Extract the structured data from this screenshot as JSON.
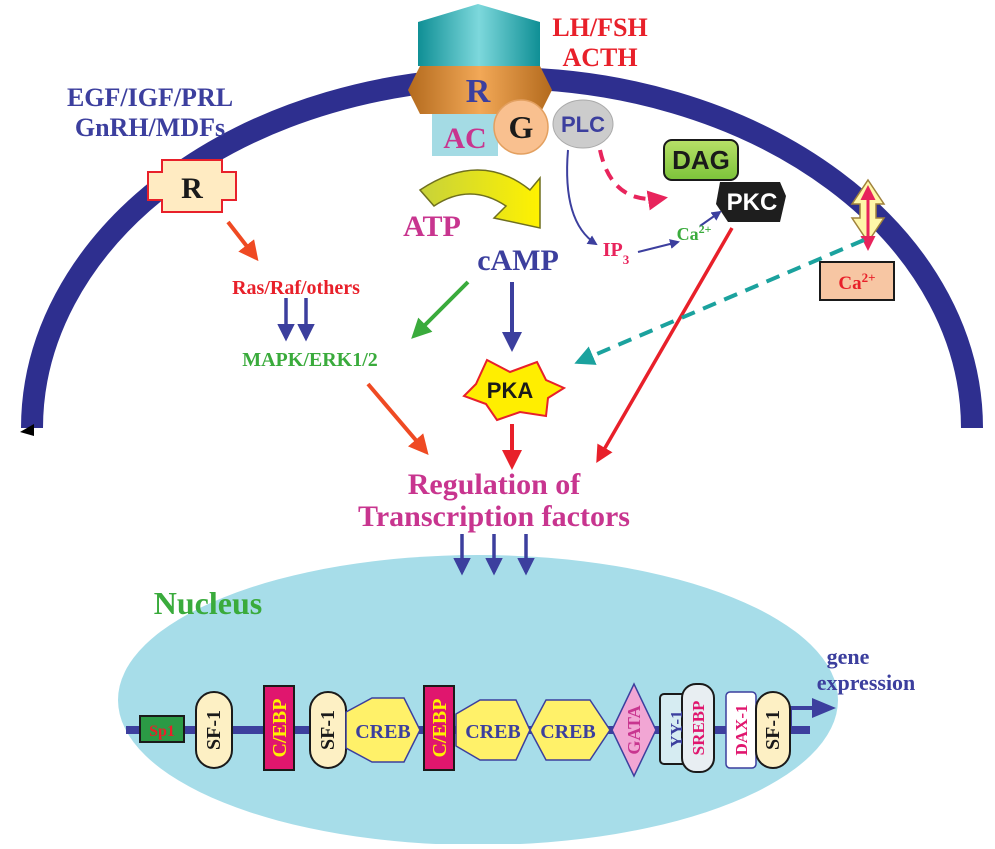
{
  "ligands": {
    "left_line1": "EGF/IGF/PRL",
    "left_line2": "GnRH/MDFs",
    "top_line1": "LH/FSH",
    "top_line2": "ACTH"
  },
  "membrane": {
    "receptor_top": "R",
    "receptor_left": "R",
    "ac": "AC",
    "g": "G",
    "plc": "PLC",
    "dag": "DAG",
    "pkc": "PKC",
    "ca_channel": "Ca2+"
  },
  "cytoplasm": {
    "atp": "ATP",
    "camp": "cAMP",
    "ip3": "IP3",
    "ca_internal": "Ca2+",
    "ras": "Ras/Raf/others",
    "mapk": "MAPK/ERK1/2",
    "pka": "PKA",
    "regulation_line1": "Regulation of",
    "regulation_line2": "Transcription factors"
  },
  "nucleus": {
    "label": "Nucleus",
    "gene_expression_line1": "gene",
    "gene_expression_line2": "expression",
    "factors": [
      "Sp1",
      "SF-1",
      "C/EBP",
      "SF-1",
      "CREB",
      "C/EBP",
      "CREB",
      "CREB",
      "GATA",
      "YY-1",
      "SREBP",
      "DAX-1",
      "SF-1"
    ]
  },
  "colors": {
    "membrane": "#2e2f8f",
    "red": "#e8202a",
    "magenta": "#c8358f",
    "green": "#3aab3c",
    "blue": "#3c3f9e",
    "nucleus_fill": "#a7dde9",
    "pka_fill": "#ffee00",
    "teal": "#1ba29e"
  }
}
